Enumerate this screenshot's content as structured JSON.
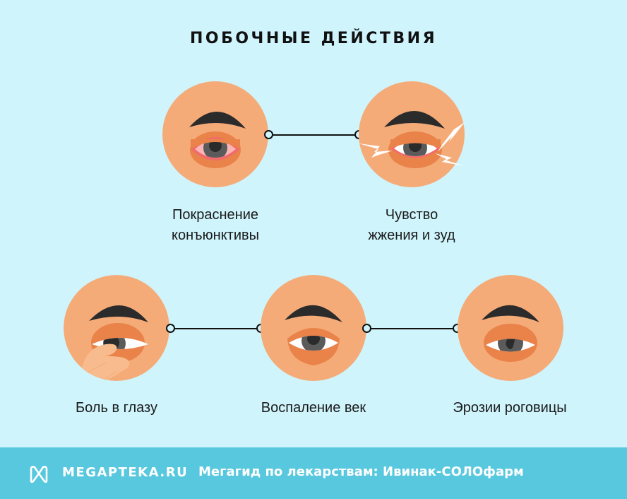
{
  "header": {
    "title": "ПОБОЧНЫЕ ДЕЙСТВИЯ"
  },
  "side_effects": [
    {
      "id": "conjunctival-redness",
      "label_line1": "Покраснение",
      "label_line2": "конъюнктивы",
      "icon": "red-eye-icon"
    },
    {
      "id": "burning-itching",
      "label_line1": "Чувство",
      "label_line2": "жжения и зуд",
      "icon": "irritated-eye-icon"
    },
    {
      "id": "eye-pain",
      "label": "Боль в глазу",
      "icon": "rubbing-eye-icon"
    },
    {
      "id": "eyelid-inflammation",
      "label": "Воспаление век",
      "icon": "swollen-eyelid-icon"
    },
    {
      "id": "corneal-erosion",
      "label": "Эрозии роговицы",
      "icon": "damaged-cornea-icon"
    }
  ],
  "footer": {
    "brand": "MEGAPTEKA.RU",
    "subtitle": "Мегагид по лекарствам: Ивинак-СОЛОфарм",
    "logo_icon": "megapteka-logo-icon"
  },
  "colors": {
    "background": "#cff4fc",
    "skin": "#f5ab78",
    "eyelid": "#e9834a",
    "brow": "#2b2b2b",
    "iris": "#5b5b5b",
    "pupil": "#2b2b2b",
    "redness": "#f26b6b",
    "footer": "#58c8de",
    "text": "#1a1a1a"
  }
}
